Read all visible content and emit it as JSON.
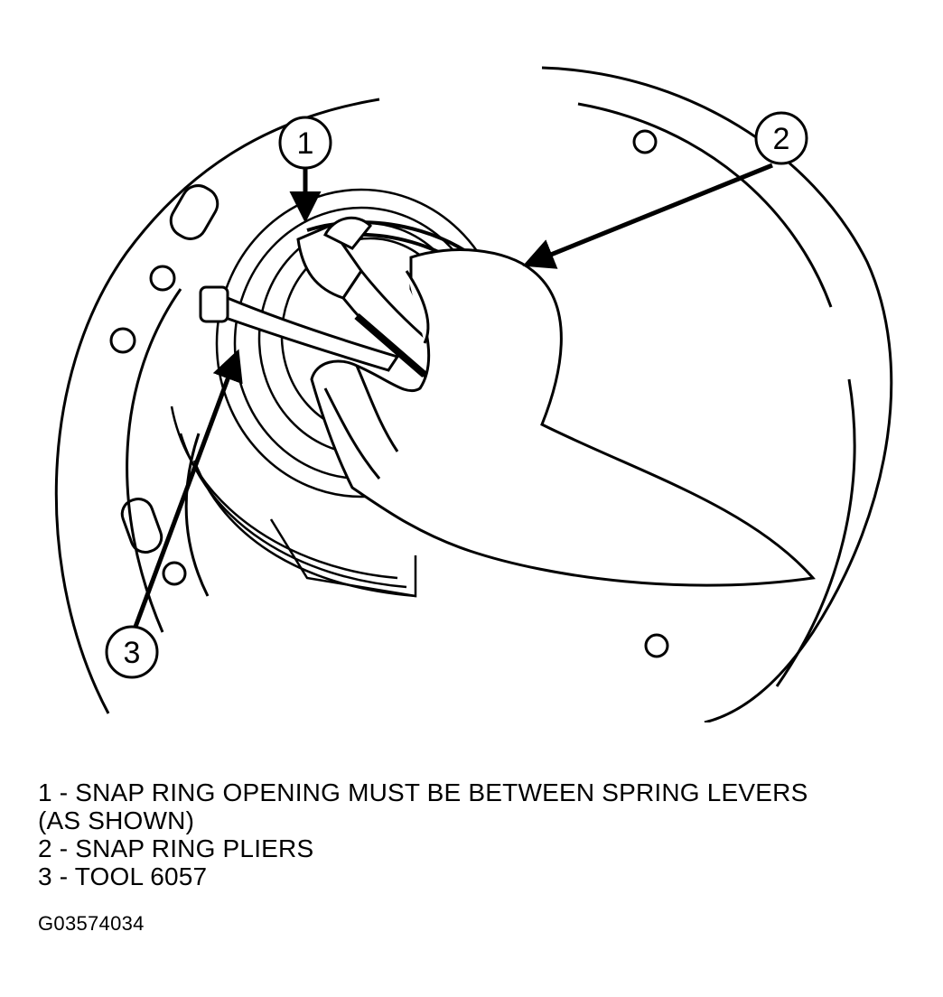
{
  "callouts": [
    {
      "number": "1"
    },
    {
      "number": "2"
    },
    {
      "number": "3"
    }
  ],
  "legend": [
    "1 - SNAP RING OPENING MUST BE BETWEEN SPRING LEVERS",
    "(AS SHOWN)",
    "2 - SNAP RING PLIERS",
    "3 - TOOL 6057"
  ],
  "figure_id": "G03574034"
}
